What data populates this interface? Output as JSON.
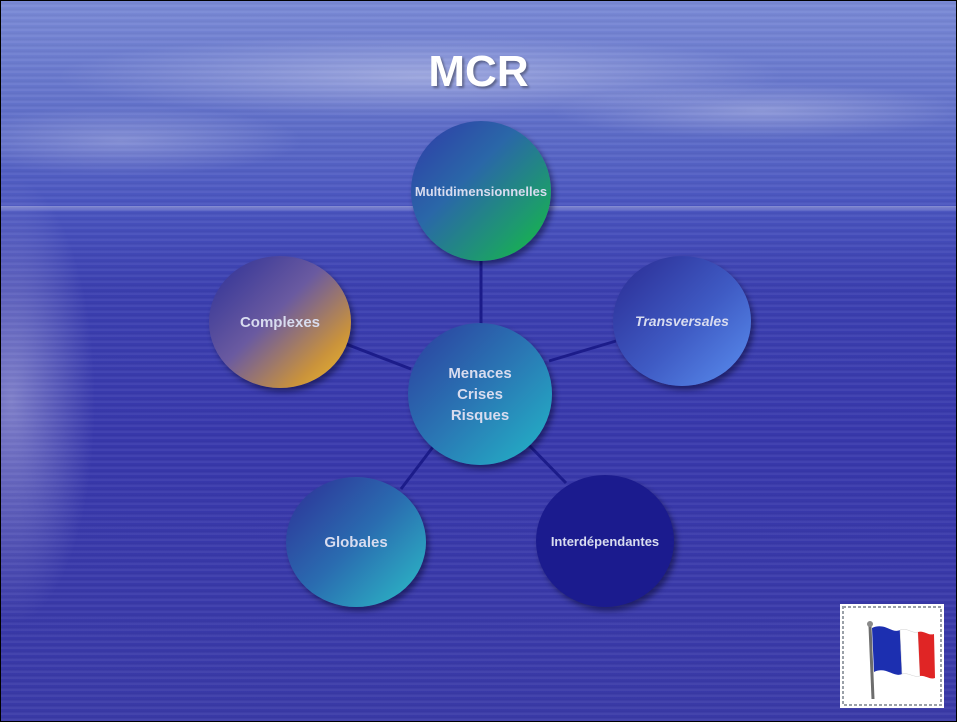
{
  "slide": {
    "title": "MCR"
  },
  "diagram": {
    "center": "Menaces\nCrises\nRisques",
    "nodes": [
      "Multidimensionnelles",
      "Transversales",
      "Interdépendantes",
      "Globales",
      "Complexes"
    ]
  },
  "colors": {
    "link": "#1c1c8a",
    "title": "#ffffff",
    "node_text": "#d8dcef"
  },
  "icons": {
    "corner": "french-flag-icon"
  }
}
